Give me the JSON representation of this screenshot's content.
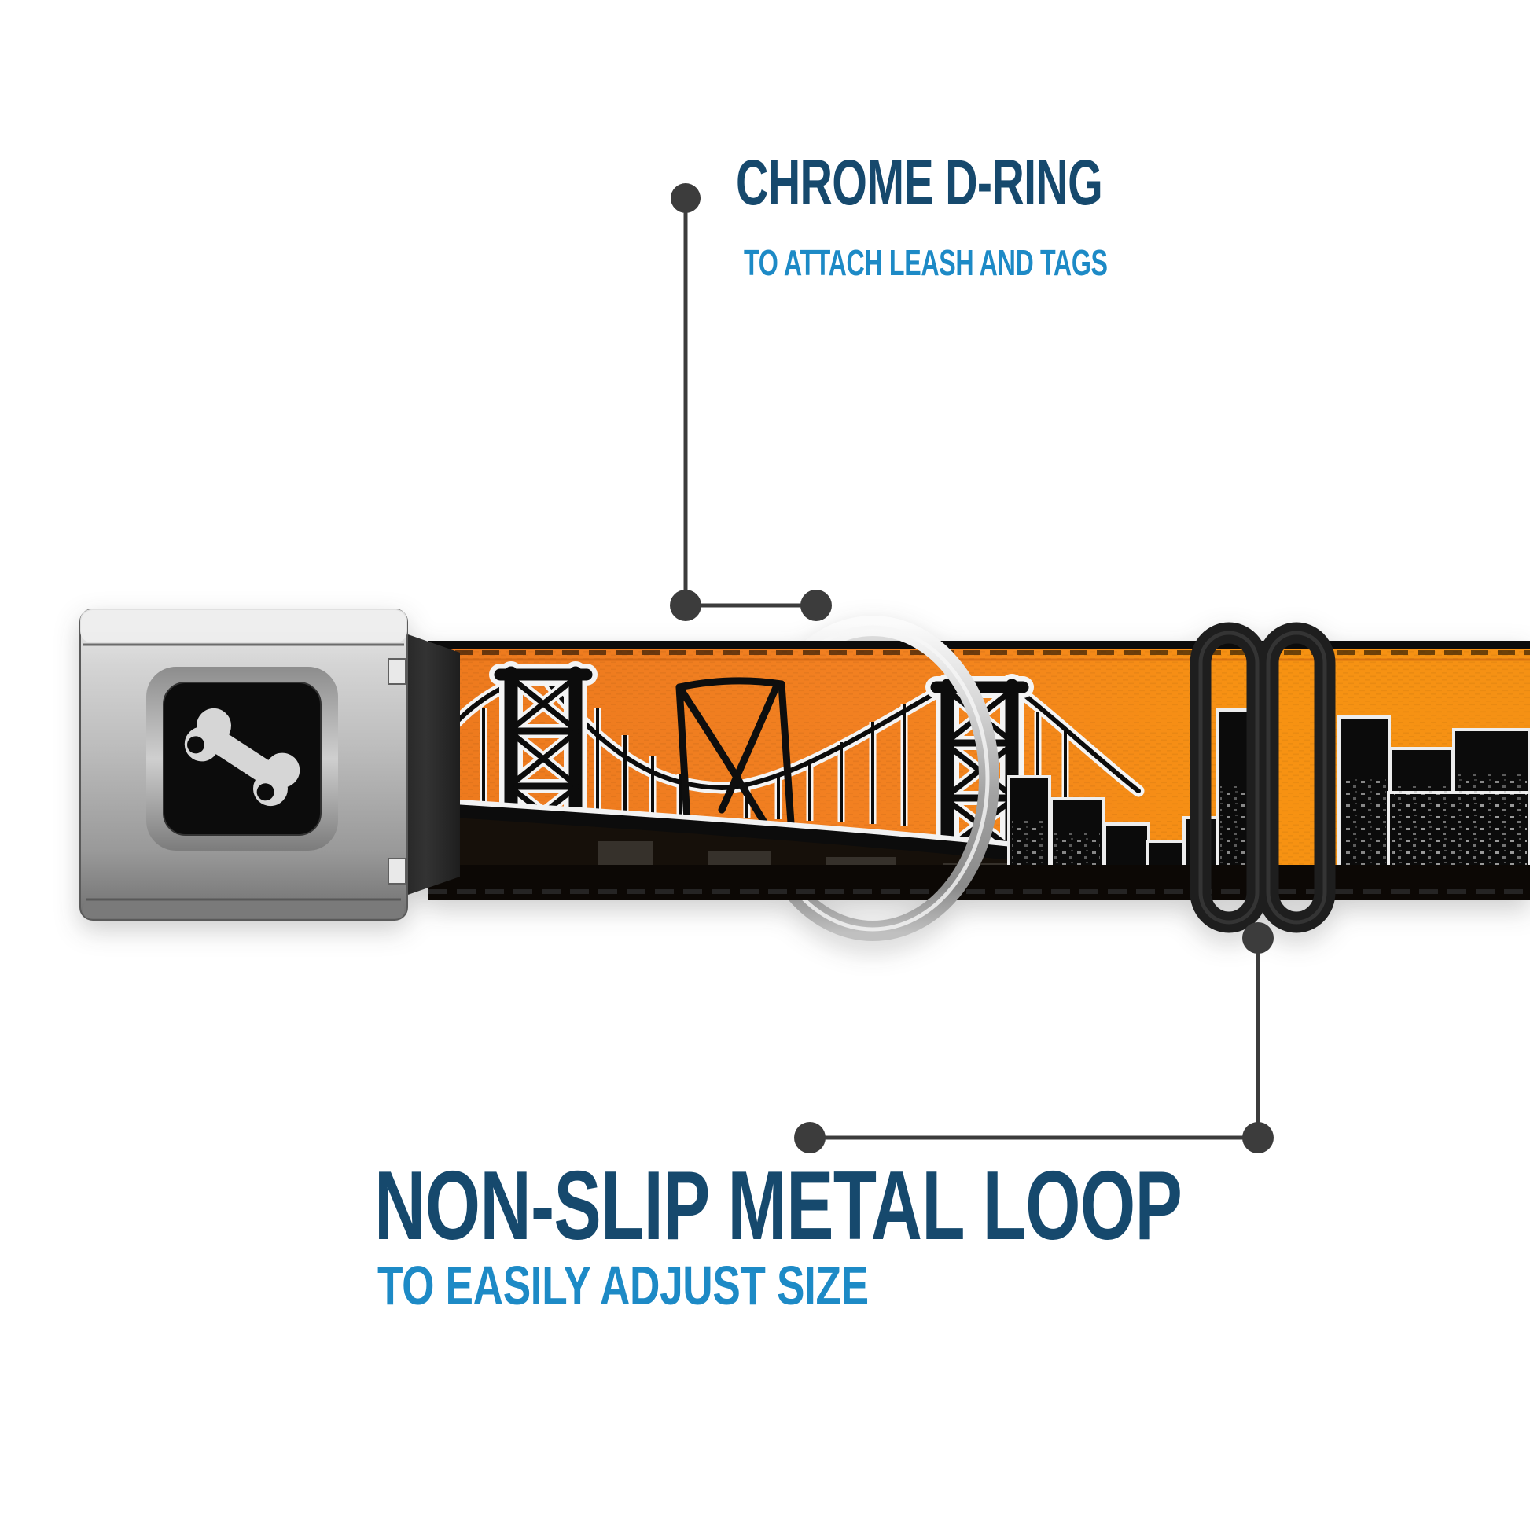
{
  "product_view": {
    "background": "#ffffff",
    "collar": {
      "type": "seatbelt-buckle-dog-collar",
      "strap_theme": "bay-bridge-city-skyline-on-orange",
      "logo_icon": "dog-bone-icon",
      "hardware": [
        "chrome-seatbelt-buckle",
        "chrome-d-ring",
        "black-metal-slider-loop"
      ]
    },
    "callouts": {
      "d_ring": {
        "title": "CHROME D-RING",
        "subtitle": "TO ATTACH LEASH AND TAGS"
      },
      "metal_loop": {
        "title": "NON-SLIP METAL LOOP",
        "subtitle": "TO EASILY ADJUST SIZE"
      }
    },
    "colors": {
      "title_navy": "#16496d",
      "subtitle_blue": "#1d8ac6",
      "callout_gray": "#3c3c3c",
      "strap_orange": "#f28021",
      "strap_orange_bright": "#f79212",
      "skyline_black": "#0b0b0b",
      "buckle_chrome": "#b9b9b9",
      "slider_black": "#1e1e1e"
    }
  }
}
